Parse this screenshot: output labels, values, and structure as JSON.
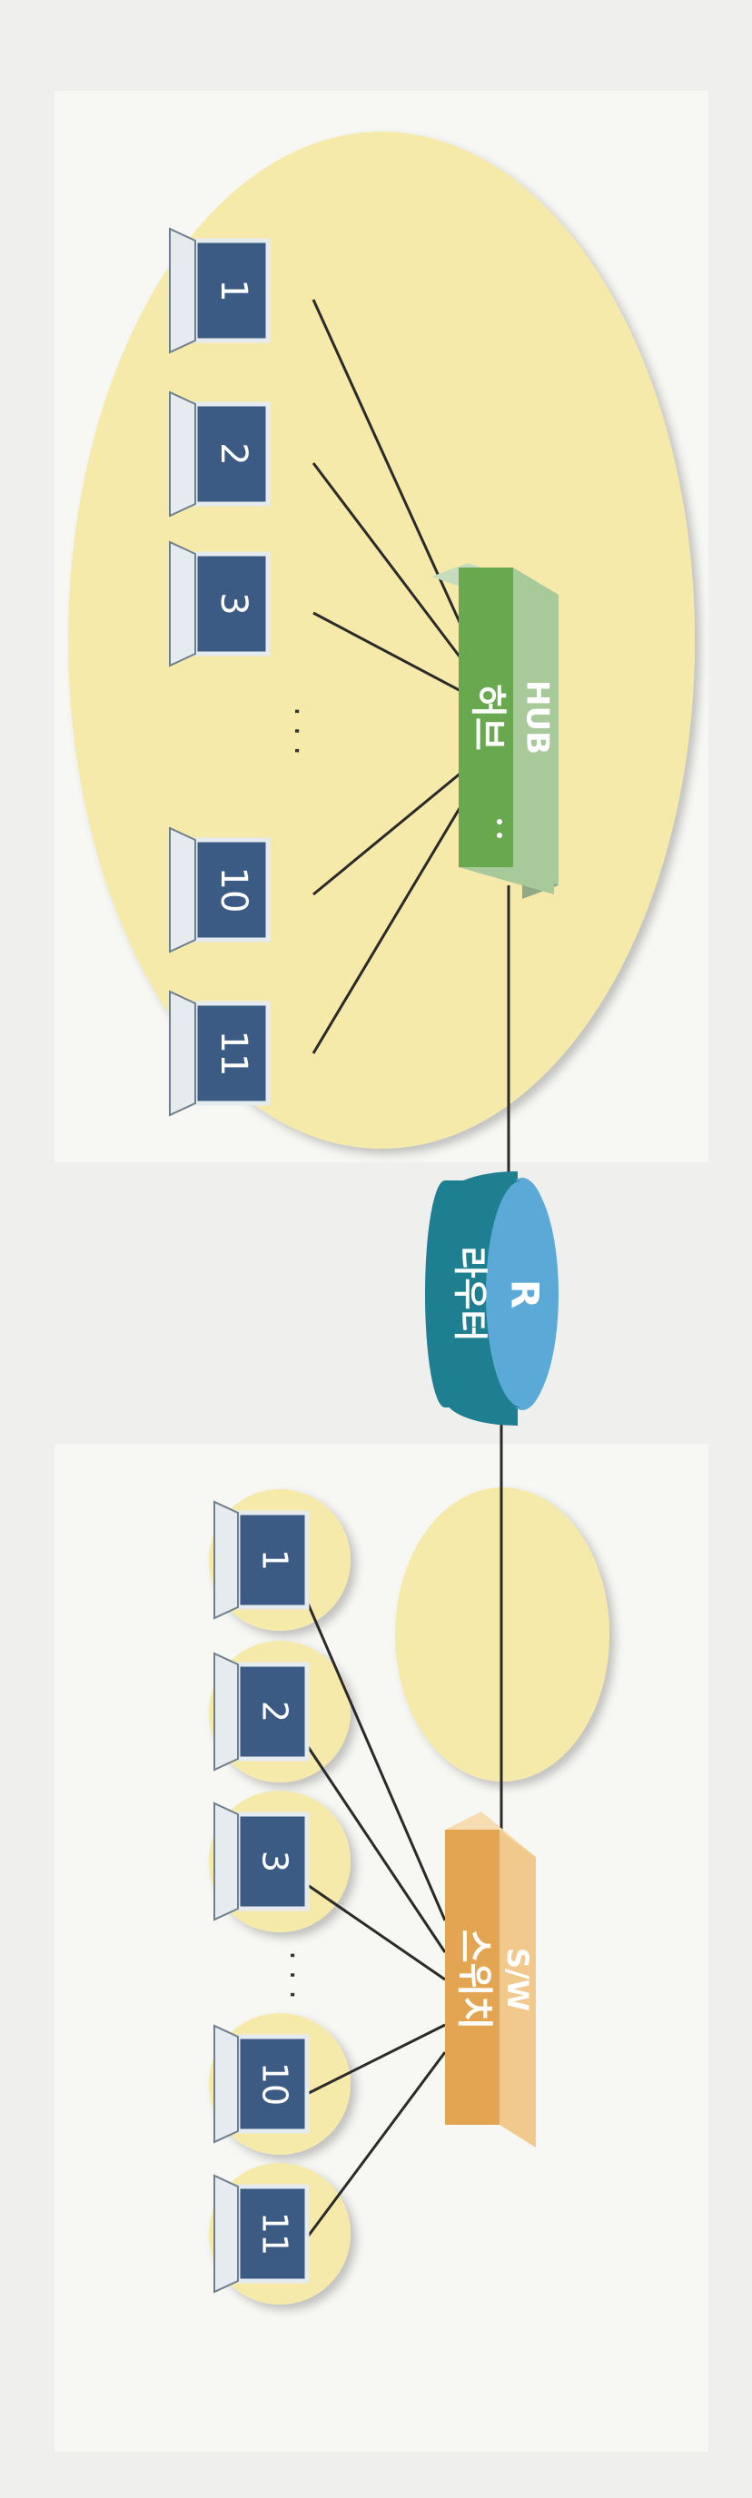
{
  "colors": {
    "background": "#efefed",
    "panel": "#f7f7f4",
    "collision_domain": "#f6eaaa",
    "hub_face": "#6aa84f",
    "hub_top": "#a8c99a",
    "switch_face": "#e3a552",
    "switch_top": "#f2c98d",
    "router_body": "#1d7f8f",
    "router_top": "#5aa9d6",
    "pc_screen": "#3b5a84",
    "pc_body": "#e6ebef",
    "pc_shadow": "#6f7f8e",
    "wire": "#2a2a2a"
  },
  "hub_network": {
    "device_icon": "hub-icon",
    "device_label": "HUB",
    "device_korean_label": "허브",
    "pcs": [
      "1",
      "2",
      "3",
      "10",
      "11"
    ],
    "ellipsis": "· · ·"
  },
  "router": {
    "device_icon": "router-icon",
    "label": "R",
    "korean_label": "라우터"
  },
  "switch_network": {
    "device_icon": "switch-icon",
    "device_label": "S/W",
    "device_korean_label": "스위치",
    "pcs": [
      "1",
      "2",
      "3",
      "10",
      "11"
    ],
    "ellipsis": "· · ·"
  }
}
